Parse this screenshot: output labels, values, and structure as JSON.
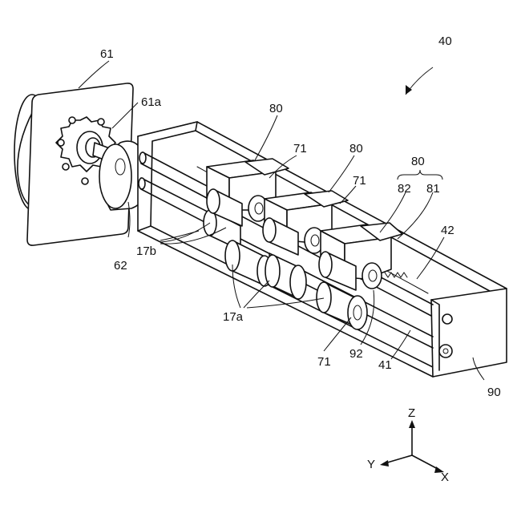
{
  "labels": {
    "assembly": "40",
    "motor": "61",
    "motor_gear": "61a",
    "gear": "62",
    "unit_a": "80",
    "unit_b": "80",
    "unit_c": "80",
    "part_82": "82",
    "part_81": "81",
    "roller_71_a": "71",
    "roller_71_b": "71",
    "roller_71_c": "71",
    "frame_42": "42",
    "shaft_41": "41",
    "frame_90": "90",
    "part_92": "92",
    "roller_17b": "17b",
    "roller_17a": "17a"
  },
  "axes": {
    "z": "Z",
    "y": "Y",
    "x": "X"
  }
}
